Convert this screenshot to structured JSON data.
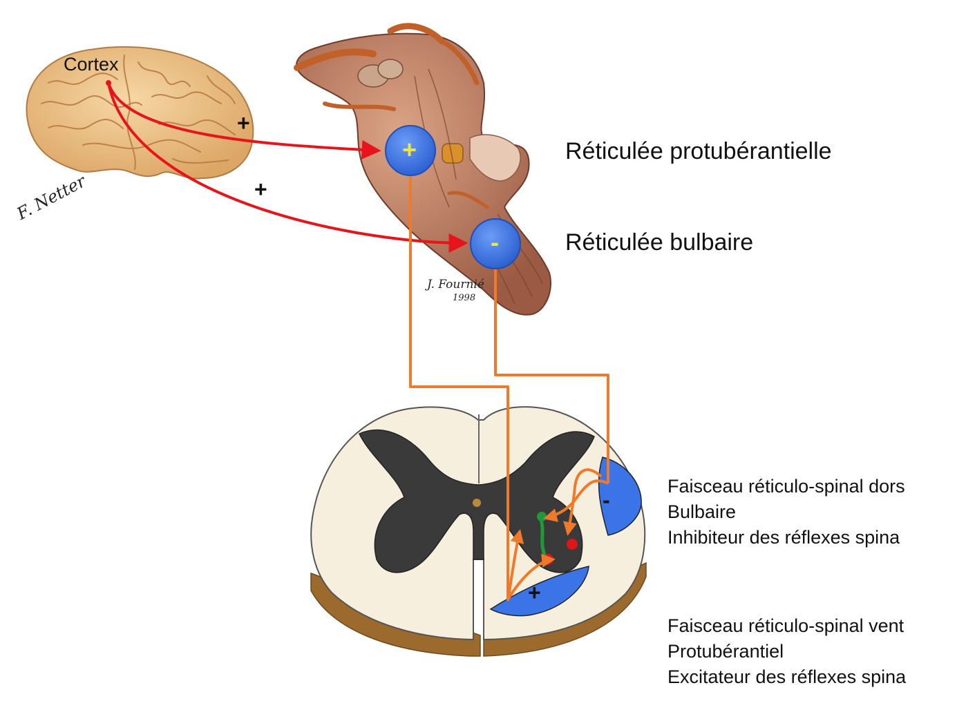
{
  "brain": {
    "label": "Cortex",
    "plus_upper": "+",
    "plus_lower": "+",
    "signature": "F. Netter"
  },
  "brainstem": {
    "signature": "J. Fournié",
    "signature_year": "1998"
  },
  "nuclei": {
    "pontine": {
      "sign": "+",
      "label": "Réticulée protubérantielle"
    },
    "bulbar": {
      "sign": "-",
      "label": "Réticulée bulbaire"
    }
  },
  "spinal_cord": {
    "dorsal_tract": {
      "sign": "-",
      "lines": [
        "Faisceau réticulo-spinal dors",
        "Bulbaire",
        "Inhibiteur des réflexes spina"
      ]
    },
    "ventral_tract": {
      "sign": "+",
      "lines": [
        "Faisceau réticulo-spinal vent",
        "Protubérantiel",
        "Excitateur des réflexes spina"
      ]
    }
  },
  "colors": {
    "cortical_projection": "#e8141b",
    "reticulospinal_path": "#f07a2a",
    "nucleus_fill": "#3d78e6",
    "nucleus_sign": "#f2e63c",
    "tract_fill": "#3b74e6",
    "gray_matter": "#3a3a3a",
    "white_matter": "#f7efde",
    "cord_edge": "#a6793a"
  }
}
